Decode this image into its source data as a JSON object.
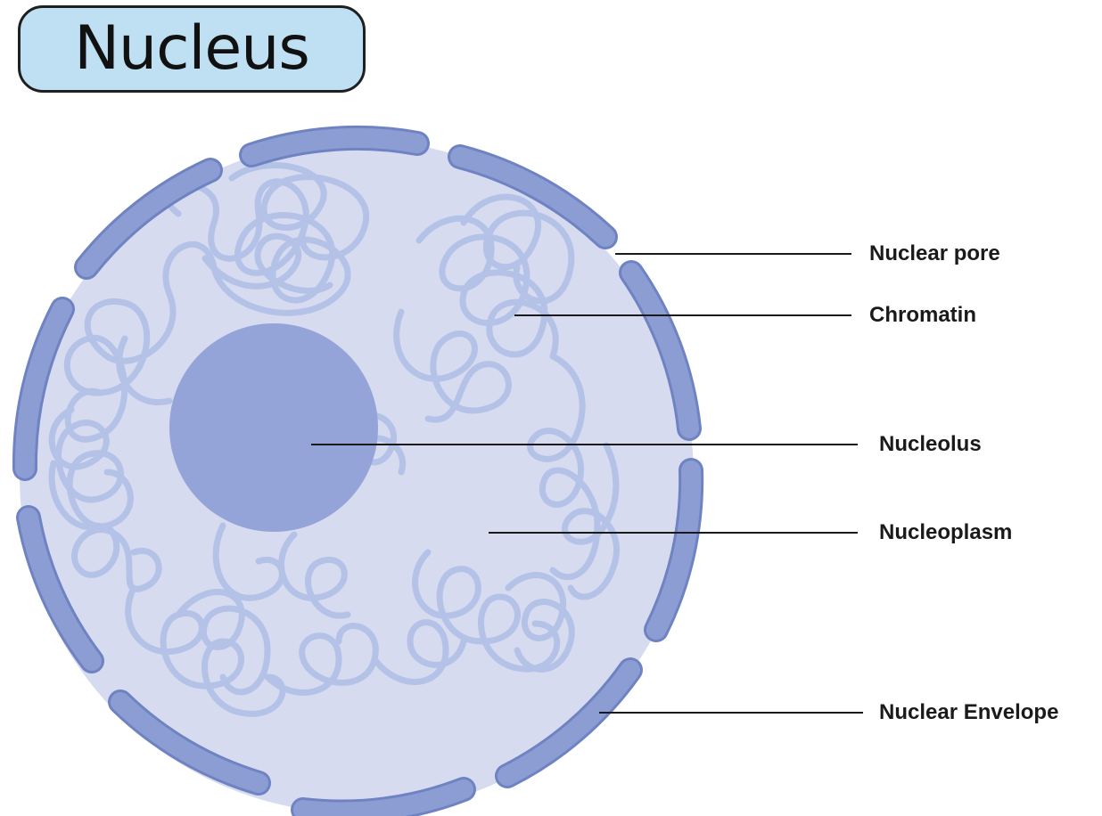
{
  "title": "Nucleus",
  "labels": {
    "nuclear_pore": "Nuclear pore",
    "chromatin": "Chromatin",
    "nucleolus": "Nucleolus",
    "nucleoplasm": "Nucleoplasm",
    "nuclear_envelope": "Nuclear Envelope"
  },
  "colors": {
    "title_fill": "#bfe0f2",
    "nucleoplasm_fill": "#d7dbf0",
    "envelope_fill": "#8c9dd3",
    "envelope_stroke": "#6f83c3",
    "chromatin_stroke": "#b3c2e6",
    "nucleolus_fill": "#95a4d8",
    "leader_line": "#1a1a1a"
  }
}
